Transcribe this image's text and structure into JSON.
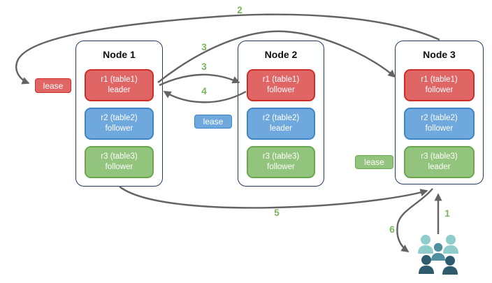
{
  "diagram": {
    "nodes": [
      {
        "title": "Node 1",
        "replicas": [
          {
            "label": "r1 (table1)",
            "role": "leader",
            "color": "red"
          },
          {
            "label": "r2 (table2)",
            "role": "follower",
            "color": "blue"
          },
          {
            "label": "r3 (table3)",
            "role": "follower",
            "color": "green"
          }
        ]
      },
      {
        "title": "Node 2",
        "replicas": [
          {
            "label": "r1 (table1)",
            "role": "follower",
            "color": "red"
          },
          {
            "label": "r2 (table2)",
            "role": "leader",
            "color": "blue"
          },
          {
            "label": "r3 (table3)",
            "role": "follower",
            "color": "green"
          }
        ]
      },
      {
        "title": "Node 3",
        "replicas": [
          {
            "label": "r1 (table1)",
            "role": "follower",
            "color": "red"
          },
          {
            "label": "r2 (table2)",
            "role": "follower",
            "color": "blue"
          },
          {
            "label": "r3 (table3)",
            "role": "leader",
            "color": "green"
          }
        ]
      }
    ],
    "leases": [
      {
        "label": "lease",
        "color": "red"
      },
      {
        "label": "lease",
        "color": "blue"
      },
      {
        "label": "lease",
        "color": "green"
      }
    ],
    "arrows": [
      {
        "label": "1",
        "from": "users",
        "to": "node-3"
      },
      {
        "label": "2",
        "from": "node-3",
        "to": "lease-red"
      },
      {
        "label": "3",
        "from": "node-1-r1-leader",
        "to": "node-3-r1-follower"
      },
      {
        "label": "3",
        "from": "node-1-r1-leader",
        "to": "node-2-r1-follower"
      },
      {
        "label": "4",
        "from": "node-2-r1-follower",
        "to": "node-1-r1-leader"
      },
      {
        "label": "5",
        "from": "node-1",
        "to": "node-3"
      },
      {
        "label": "6",
        "from": "node-3",
        "to": "users"
      }
    ],
    "icons": {
      "users": "users-icon"
    },
    "colors": {
      "red-fill": "#e06666",
      "red-border": "#cf2e27",
      "blue-fill": "#6fa8dc",
      "blue-border": "#3d85c6",
      "green-fill": "#93c47d",
      "green-border": "#6aa84f",
      "node-border": "#24395e",
      "arrow": "#636363",
      "step-label": "#79b55c",
      "users-light": "#8fcdcd",
      "users-mid": "#4e8fa0",
      "users-dark": "#2e5c6e"
    }
  }
}
